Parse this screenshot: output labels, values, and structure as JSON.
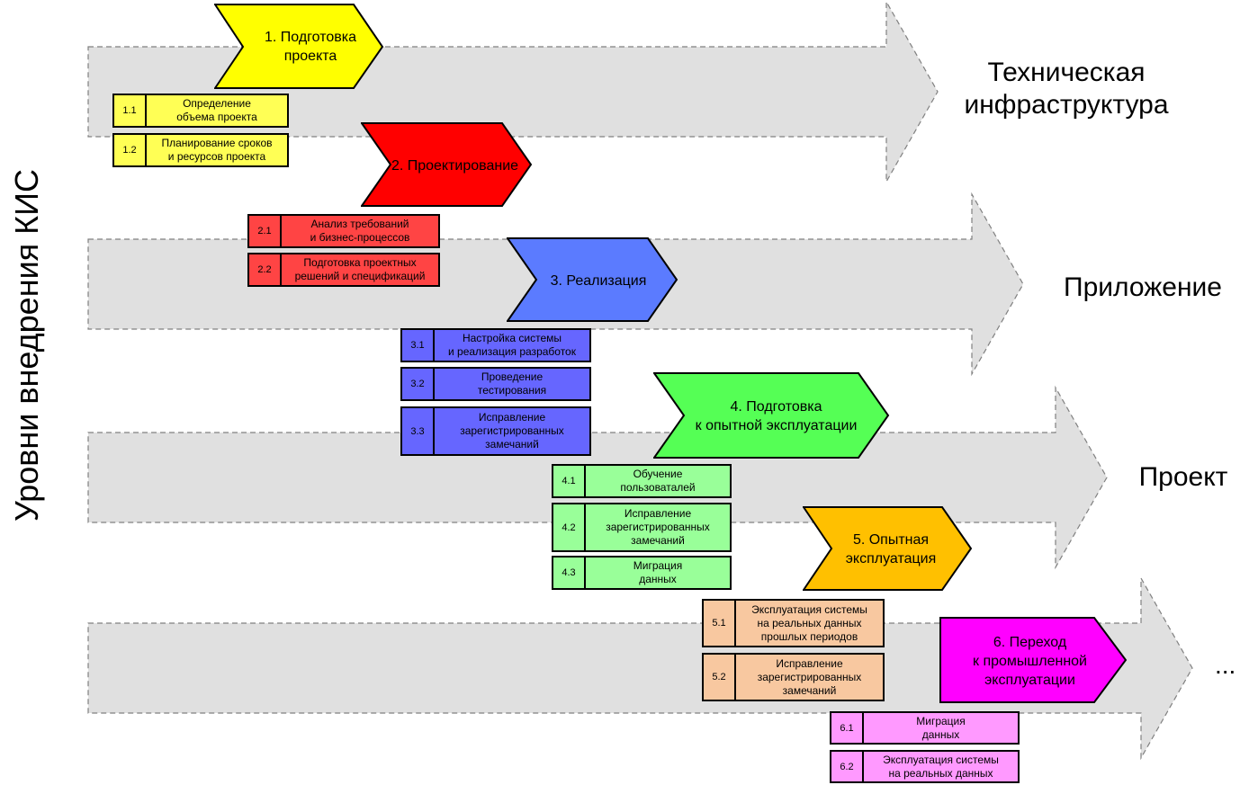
{
  "title": "Уровни внедрения КИС",
  "bands": [
    {
      "label": "Техническая\nинфраструктура"
    },
    {
      "label": "Приложение"
    },
    {
      "label": "Проект"
    },
    {
      "label": ""
    }
  ],
  "ellipsis": "...",
  "stages": [
    {
      "label": "1. Подготовка\nпроекта",
      "color": "#FFFF00"
    },
    {
      "label": "2. Проектирование",
      "color": "#FF0000"
    },
    {
      "label": "3. Реализация",
      "color": "#5B7BFF"
    },
    {
      "label": "4. Подготовка\nк опытной эксплуатации",
      "color": "#55FF55"
    },
    {
      "label": "5. Опытная\nэксплуатация",
      "color": "#FFC000"
    },
    {
      "label": "6. Переход\nк промышленной\nэксплуатации",
      "color": "#FF00FF"
    }
  ],
  "tasks": [
    {
      "num": "1.1",
      "label": "Определение\nобъема проекта",
      "color": "#FFFF55"
    },
    {
      "num": "1.2",
      "label": "Планирование сроков\nи ресурсов проекта",
      "color": "#FFFF55"
    },
    {
      "num": "2.1",
      "label": "Анализ требований\nи бизнес-процессов",
      "color": "#FF4444"
    },
    {
      "num": "2.2",
      "label": "Подготовка проектных\nрешений и спецификаций",
      "color": "#FF4444"
    },
    {
      "num": "3.1",
      "label": "Настройка системы\nи реализация разработок",
      "color": "#6666FF"
    },
    {
      "num": "3.2",
      "label": "Проведение\nтестирования",
      "color": "#6666FF"
    },
    {
      "num": "3.3",
      "label": "Исправление\nзарегистрированных\nзамечаний",
      "color": "#6666FF"
    },
    {
      "num": "4.1",
      "label": "Обучение\nпользоваталей",
      "color": "#99FF99"
    },
    {
      "num": "4.2",
      "label": "Исправление\nзарегистрированных\nзамечаний",
      "color": "#99FF99"
    },
    {
      "num": "4.3",
      "label": "Миграция\nданных",
      "color": "#99FF99"
    },
    {
      "num": "5.1",
      "label": "Эксплуатация системы\nна реальных данных\nпрошлых периодов",
      "color": "#F8C8A0"
    },
    {
      "num": "5.2",
      "label": "Исправление\nзарегистрированных\nзамечаний",
      "color": "#F8C8A0"
    },
    {
      "num": "6.1",
      "label": "Миграция\nданных",
      "color": "#FF99FF"
    },
    {
      "num": "6.2",
      "label": "Эксплуатация системы\nна реальных данных",
      "color": "#FF99FF"
    }
  ]
}
